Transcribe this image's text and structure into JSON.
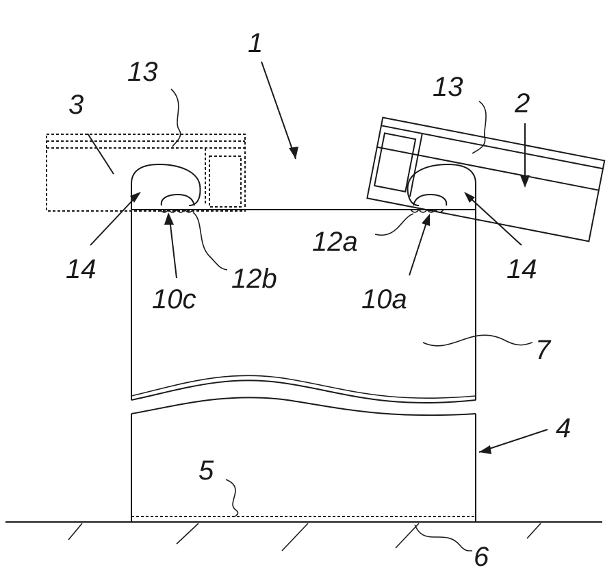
{
  "figure": {
    "labels": {
      "assembly": "1",
      "clip_right": "2",
      "clip_left": "3",
      "body": "4",
      "base_layer": "5",
      "ground": "6",
      "wall": "7",
      "teeth_right": "10a",
      "teeth_left": "10c",
      "ridge_right": "12a",
      "ridge_left": "12b",
      "top_left": "13",
      "top_right": "13",
      "hook_left": "14",
      "hook_right": "14"
    }
  }
}
